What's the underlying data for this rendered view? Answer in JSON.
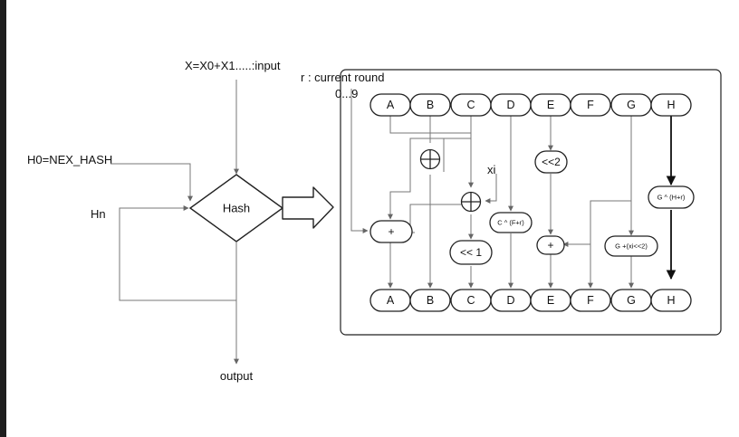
{
  "labels": {
    "input": "X=X0+X1.....:input",
    "h0": "H0=NEX_HASH",
    "hn": "Hn",
    "hash": "Hash",
    "output": "output",
    "round": "r : current round",
    "round_range": "0...9",
    "xi": "xi"
  },
  "registers_top": [
    "A",
    "B",
    "C",
    "D",
    "E",
    "F",
    "G",
    "H"
  ],
  "registers_bottom": [
    "A",
    "B",
    "C",
    "D",
    "E",
    "F",
    "G",
    "H"
  ],
  "ops": {
    "plus_a": "+",
    "xor_b": "⊕",
    "xor_c": "⊕",
    "shift_c": "<< 1",
    "d_op": "C ^ (F+r)",
    "shift_e": "<<2",
    "plus_e": "+",
    "g_op": "G +(xi<<2)",
    "h_op": "G ^ (H+r)"
  }
}
